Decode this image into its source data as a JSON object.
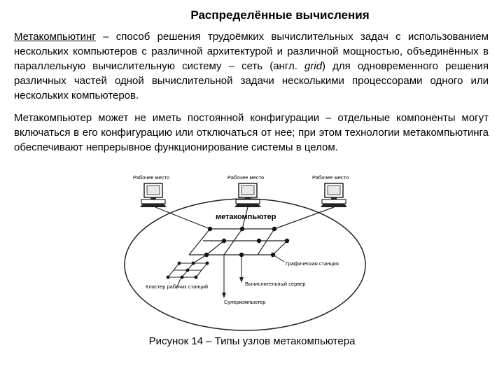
{
  "slide": {
    "title": "Распределённые вычисления",
    "paragraph1": {
      "term": "Метакомпьютинг",
      "text_before_grid": " – способ решения трудоёмких вычислительных задач с использованием нескольких компьютеров с различной архитектурой и различной мощностью, объединённых в параллельную вычислительную систему – сеть (англ. ",
      "grid_word": "grid",
      "text_after_grid": ") для одновременного решения различных частей одной вычислительной задачи несколькими процессорами одного или нескольких компьютеров."
    },
    "paragraph2": "Метакомпьютер может не иметь постоянной конфигурации – отдельные компоненты могут включаться в его конфигурацию или отключаться от нее; при этом технологии метакомпьютинга обеспечивают непрерывное функционирование системы в целом.",
    "figure": {
      "workstation_label_1": "Рабочее место",
      "workstation_label_2": "Рабочее место",
      "workstation_label_3": "Рабочее место",
      "metacomputer_label": "метакомпьютер",
      "graphics_station_label": "Графическая станция",
      "compute_server_label": "Вычислительный сервер",
      "supercomputer_label": "Суперкомпьютер",
      "cluster_label": "Кластер рабочих станций"
    },
    "caption": "Рисунок 14 – Типы узлов метакомпьютера"
  }
}
